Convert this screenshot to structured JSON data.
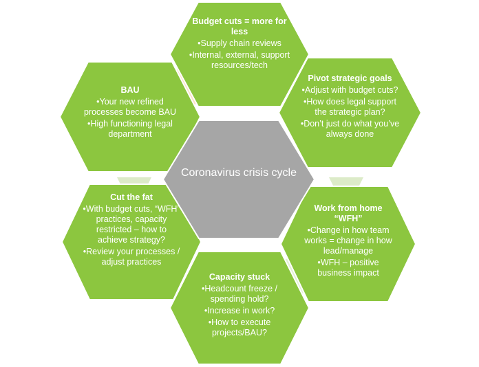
{
  "colors": {
    "hex_fill": "#8cc63f",
    "hex_stroke": "#ffffff",
    "center_fill": "#a6a6a6",
    "connector_orange": "#fbe1c6",
    "connector_green": "#dcebc8"
  },
  "center": {
    "label": "Coronavirus crisis cycle"
  },
  "hexagons": [
    {
      "id": "budget-cuts",
      "title": "Budget cuts = more for less",
      "bullets": [
        "Supply chain reviews",
        "Internal, external, support resources/tech"
      ]
    },
    {
      "id": "pivot-strategic-goals",
      "title": "Pivot strategic goals",
      "bullets": [
        "Adjust with budget cuts?",
        "How does legal support the strategic plan?",
        "Don’t just do what you’ve always done"
      ]
    },
    {
      "id": "work-from-home",
      "title": "Work from home “WFH”",
      "bullets": [
        "Change in how team works = change in how lead/manage",
        "WFH – positive business impact"
      ]
    },
    {
      "id": "capacity-stuck",
      "title": "Capacity stuck",
      "bullets": [
        "Headcount freeze / spending hold?",
        "Increase in work?",
        "How to execute projects/BAU?"
      ]
    },
    {
      "id": "cut-the-fat",
      "title": "Cut the fat",
      "bullets": [
        "With budget cuts, “WFH” practices, capacity restricted – how to achieve strategy?",
        "Review your processes / adjust practices"
      ]
    },
    {
      "id": "bau",
      "title": "BAU",
      "bullets": [
        "Your new refined processes become BAU",
        "High functioning legal department"
      ]
    }
  ]
}
